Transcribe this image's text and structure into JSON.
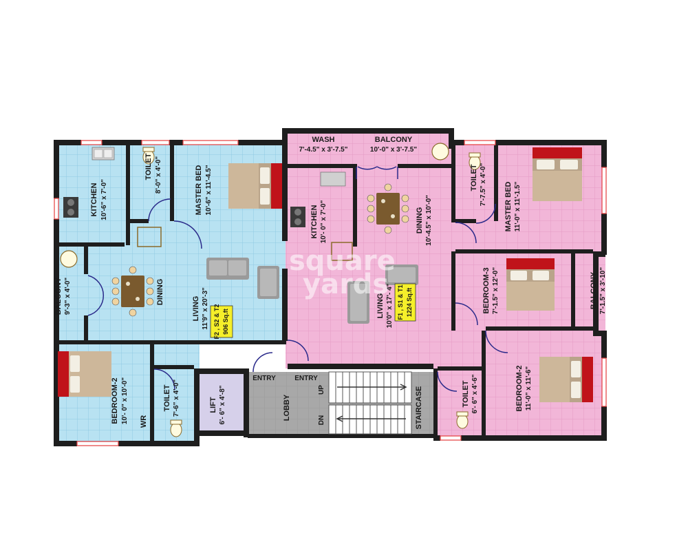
{
  "colors": {
    "blue_floor": "#b8e2f2",
    "blue_grid": "#8fc9e3",
    "pink_floor": "#f2b6d8",
    "pink_grid": "#e49ac4",
    "grey_floor": "#a8a8a8",
    "lift_floor": "#d6d0ea",
    "wall": "#1e1e1e",
    "tag_bg": "#f5ef2a"
  },
  "watermark": {
    "line1": "square",
    "line2": "yards"
  },
  "flat_a": {
    "tag": {
      "line1": "F2 , S2 & T2",
      "line2": "906 Sq.ft"
    },
    "rooms": {
      "kitchen": {
        "name": "KITCHEN",
        "dim": "10'-6\" x 7'-0\""
      },
      "toilet1": {
        "name": "TOILET",
        "dim": "8'-0\" x 4'-0\""
      },
      "master": {
        "name": "MASTER BED",
        "dim": "10'-6\" x 11'-4.5\""
      },
      "balcony": {
        "name": "BALCONY",
        "dim": "9'-3\" x 4'-0\""
      },
      "dining": {
        "name": "DINING"
      },
      "living": {
        "name": "LIVING",
        "dim": "11'9\" x 20'-3\""
      },
      "bedroom2": {
        "name": "BEDROOM-2",
        "dim": "10'- 0\" x 10'-0\""
      },
      "toilet2": {
        "name": "TOILET",
        "dim": "7'-6\" x 4'-0\""
      },
      "wr": {
        "name": "WR"
      }
    }
  },
  "flat_b": {
    "tag": {
      "line1": "F1 , S1 & T1",
      "line2": "1224 Sq.ft"
    },
    "rooms": {
      "wash": {
        "name": "WASH",
        "dim": "7'-4.5\" x 3'-7.5\""
      },
      "balcony1": {
        "name": "BALCONY",
        "dim": "10'-0\" x 3'-7.5\""
      },
      "kitchen": {
        "name": "KITCHEN",
        "dim": "10'- 0\" x 7'-0\""
      },
      "dining": {
        "name": "DINING",
        "dim": "10'-4.5\" x 10'-0\""
      },
      "toilet1": {
        "name": "TOILET",
        "dim": "7'-7.5\" x 4'-0\""
      },
      "master": {
        "name": "MASTER BED",
        "dim": "11'-0\" x 11'-1.5\""
      },
      "living": {
        "name": "LIVING",
        "dim": "10'0\" x 17'- 4\""
      },
      "bedroom3": {
        "name": "BEDROOM-3",
        "dim": "7'-1.5\" x 12'-0\""
      },
      "balcony2": {
        "name": "BALCONY",
        "dim": "7'-1.5\" x 3'-10\""
      },
      "toilet2": {
        "name": "TOILET",
        "dim": "6'- 6\" x 4'-6\""
      },
      "bedroom2": {
        "name": "BEDROOM-2",
        "dim": "11'-0\" x 11'-6\""
      }
    }
  },
  "common": {
    "lift": {
      "name": "LIFT",
      "dim": "6'- 6\" x 4'-8\""
    },
    "lobby": {
      "name": "LOBBY"
    },
    "staircase": {
      "name": "STAIRCASE"
    },
    "entry_left": "ENTRY",
    "entry_right": "ENTRY",
    "up": "UP",
    "dn": "DN"
  }
}
